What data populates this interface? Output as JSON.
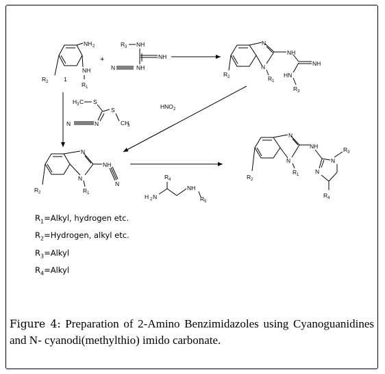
{
  "figure": {
    "reaction": {
      "reactant1": {
        "labels": [
          "NH",
          "2",
          "NH",
          "R",
          "1",
          "R",
          "2",
          "1"
        ]
      },
      "plus": "+",
      "reactant2": {
        "labels": [
          "R",
          "3",
          "NH",
          "NH",
          "N",
          "NH"
        ]
      },
      "product1": {
        "labels": [
          "N",
          "N",
          "R",
          "1",
          "R",
          "2",
          "NH",
          "NH",
          "HN",
          "R",
          "3"
        ]
      },
      "reagent_down": {
        "labels": [
          "H",
          "3",
          "C",
          "S",
          "S",
          "CH",
          "3",
          "N",
          "N"
        ]
      },
      "reagent_diagonal": {
        "labels": [
          "HNO",
          "2"
        ]
      },
      "intermediate": {
        "labels": [
          "N",
          "N",
          "R",
          "1",
          "R",
          "2",
          "NH",
          "N"
        ]
      },
      "reagent_right": {
        "labels": [
          "R",
          "4",
          "H",
          "2",
          "N",
          "NH",
          "R",
          "5"
        ]
      },
      "product2": {
        "labels": [
          "N",
          "N",
          "R",
          "1",
          "R",
          "2",
          "NH",
          "N",
          "R",
          "3",
          "N",
          "R",
          "4"
        ]
      }
    },
    "legend": [
      {
        "r": "R",
        "sub": "1",
        "text": "=Alkyl, hydrogen etc."
      },
      {
        "r": "R",
        "sub": "2",
        "text": "=Hydrogen, alkyl etc."
      },
      {
        "r": "R",
        "sub": "3",
        "text": "=Alkyl"
      },
      {
        "r": "R",
        "sub": "4",
        "text": "=Alkyl"
      }
    ],
    "caption": {
      "label": "Figure 4:",
      "text": "Preparation of 2-Amino Benzimidazoles using Cyanoguanidines and N- cyanodi(methylthio) imido carbonate."
    }
  }
}
